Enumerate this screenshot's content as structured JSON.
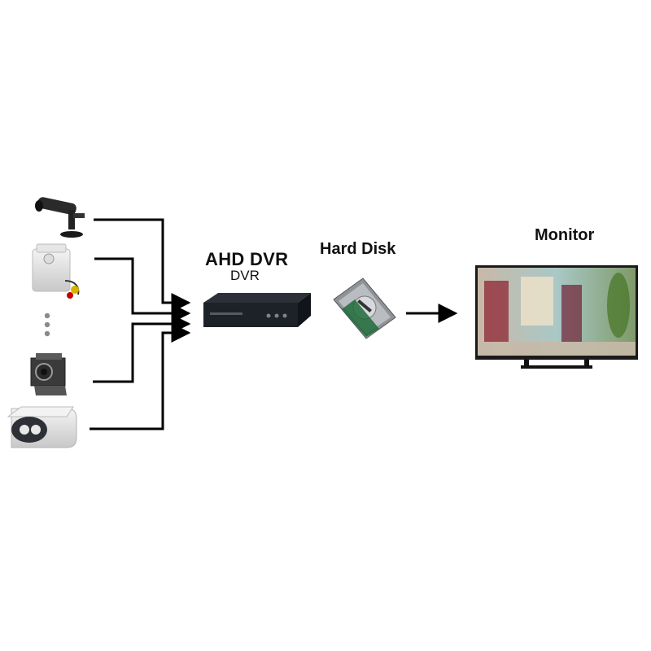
{
  "diagram": {
    "dvr_label": "AHD DVR",
    "dvr_sublabel": "DVR",
    "hard_disk_label": "Hard Disk",
    "monitor_label": "Monitor"
  },
  "icons": {
    "cameras": [
      "mini-bullet-camera-icon",
      "pir-hidden-camera-icon",
      "pinhole-camera-icon",
      "ir-bullet-camera-icon"
    ],
    "ellipsis": "vertical-ellipsis-icon",
    "dvr": "dvr-recorder-icon",
    "hard_disk": "hard-disk-icon",
    "monitor": "monitor-icon"
  },
  "colors": {
    "line": "#000000",
    "dvr_body": "#1d2128",
    "disk_board": "#1f6b3a"
  }
}
